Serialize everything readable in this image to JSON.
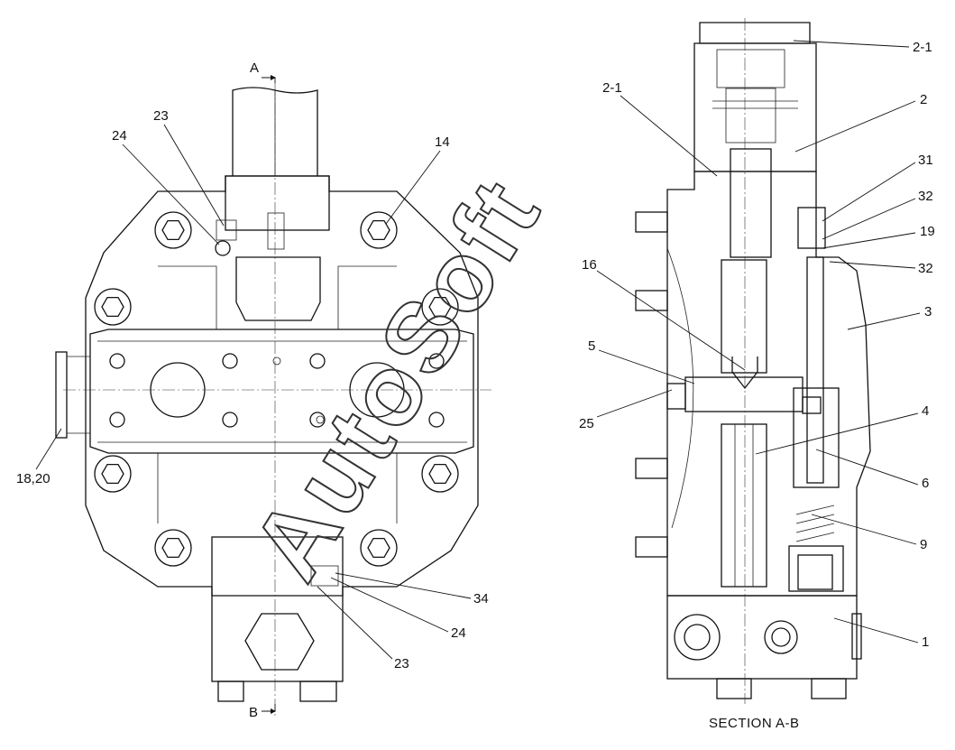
{
  "left_view": {
    "section_marks": [
      "A",
      "B"
    ],
    "callouts": [
      "23",
      "24",
      "14",
      "18,20",
      "34",
      "24",
      "23"
    ]
  },
  "right_view": {
    "callouts": [
      "2-1",
      "2-1",
      "2",
      "31",
      "32",
      "19",
      "32",
      "16",
      "3",
      "5",
      "25",
      "4",
      "6",
      "9",
      "1"
    ],
    "caption": "SECTION A-B"
  },
  "watermark": "AutoSoft",
  "colors": {
    "line": "#111111",
    "background": "#ffffff",
    "watermark": "#333333"
  }
}
